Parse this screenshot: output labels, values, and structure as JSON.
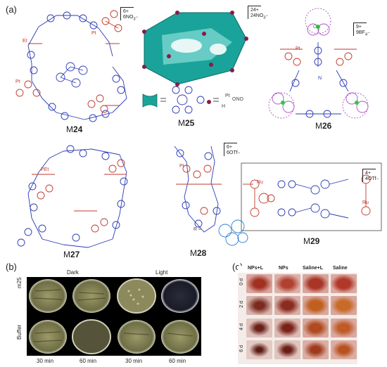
{
  "panels": {
    "a": "(a)",
    "b": "(b)",
    "c": "(c)"
  },
  "molecules": {
    "m24": {
      "prefix": "M",
      "num": "24",
      "charge": "6+",
      "counter": "6NO",
      "counter_sub": "3",
      "counter_sup": "−"
    },
    "m25": {
      "prefix": "M",
      "num": "25",
      "charge": "24+",
      "counter": "24NO",
      "counter_sub": "3",
      "counter_sup": "−"
    },
    "m26": {
      "prefix": "M",
      "num": "26",
      "charge": "9+",
      "counter": "9BF",
      "counter_sub": "4",
      "counter_sup": "−"
    },
    "m27": {
      "prefix": "M",
      "num": "27"
    },
    "m28": {
      "prefix": "M",
      "num": "28",
      "charge": "6+",
      "counter": "6OTf",
      "counter_sup": "−"
    },
    "m29": {
      "prefix": "M",
      "num": "29",
      "charge": "4+",
      "counter": "4OTf",
      "counter_sup": "−"
    }
  },
  "chem_labels": {
    "pet3": "PEt",
    "et3p": "Et",
    "pt": "Pt",
    "n": "N",
    "cu": "Cu",
    "ru": "Ru",
    "ono2": "ONO",
    "h3n": "H",
    "r_eq": "R ="
  },
  "panel_b": {
    "col_dark": "Dark",
    "col_light": "Light",
    "row_m25": "m25",
    "row_buffer": "Buffer",
    "times": [
      "30 min",
      "60 min",
      "30 min",
      "60 min"
    ]
  },
  "panel_c": {
    "columns": [
      "NPs+L",
      "NPs",
      "Saline+L",
      "Saline"
    ],
    "days": [
      "0 d",
      "2 d",
      "4 d",
      "6 d"
    ]
  },
  "colors": {
    "blue": "#2b3ab5",
    "red": "#c0392b",
    "purple": "#b04fc7",
    "green": "#2ecc40",
    "teal": "#1aa39a",
    "magenta_node": "#8a1a4a"
  }
}
